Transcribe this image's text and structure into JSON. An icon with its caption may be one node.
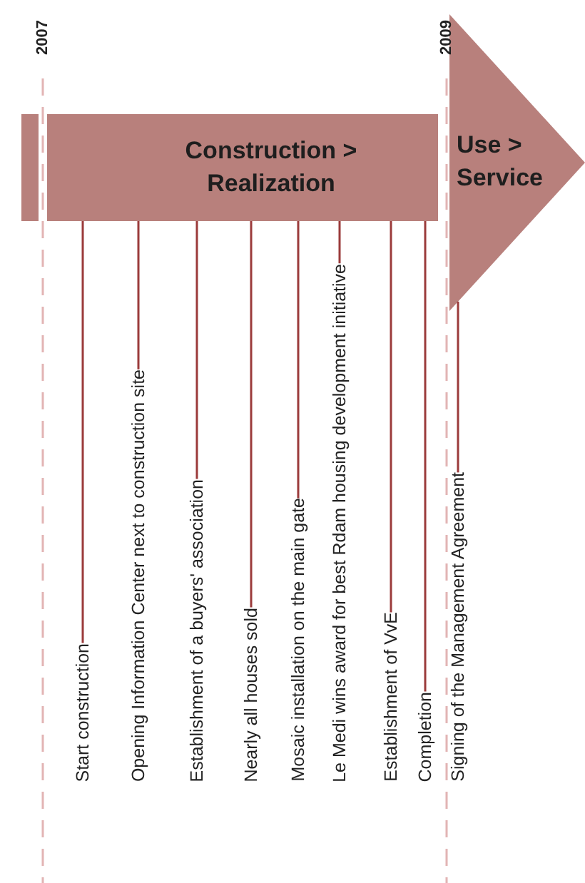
{
  "diagram": {
    "nodes": [
      {
        "text": [],
        "shape": "bar"
      },
      {
        "text": [
          "Construction > Realization"
        ]
      },
      {
        "text": [
          "Use > Service"
        ]
      },
      {
        "text": [
          "Start construction"
        ]
      },
      {
        "text": [
          "Opening Information Center next to construction site"
        ]
      },
      {
        "text": [
          "Establishment of a buyers' association"
        ]
      },
      {
        "text": [
          "Nearly all houses sold"
        ]
      },
      {
        "text": [
          "Mosaic installation on the main gate"
        ]
      },
      {
        "text": [
          "Le Medi wins award for best Rdam housing development initiative"
        ]
      },
      {
        "text": [
          "Establishment of VvE"
        ]
      },
      {
        "text": [
          "Completion"
        ]
      },
      {
        "text": [
          "Signing of the Management Agreement"
        ]
      }
    ],
    "edges": [
      {
        "from": 3,
        "to": 1,
        "arrow": "none"
      },
      {
        "from": 4,
        "to": 1,
        "arrow": "none"
      },
      {
        "from": 5,
        "to": 1,
        "arrow": "none"
      },
      {
        "from": 6,
        "to": 1,
        "arrow": "none"
      },
      {
        "from": 7,
        "to": 1,
        "arrow": "none"
      },
      {
        "from": 8,
        "to": 1,
        "arrow": "none"
      },
      {
        "from": 9,
        "to": 1,
        "arrow": "none"
      },
      {
        "from": 10,
        "to": 1,
        "arrow": "none"
      },
      {
        "from": 11,
        "to": 2,
        "arrow": "none"
      }
    ],
    "labels": [
      "2007",
      "2009"
    ]
  }
}
